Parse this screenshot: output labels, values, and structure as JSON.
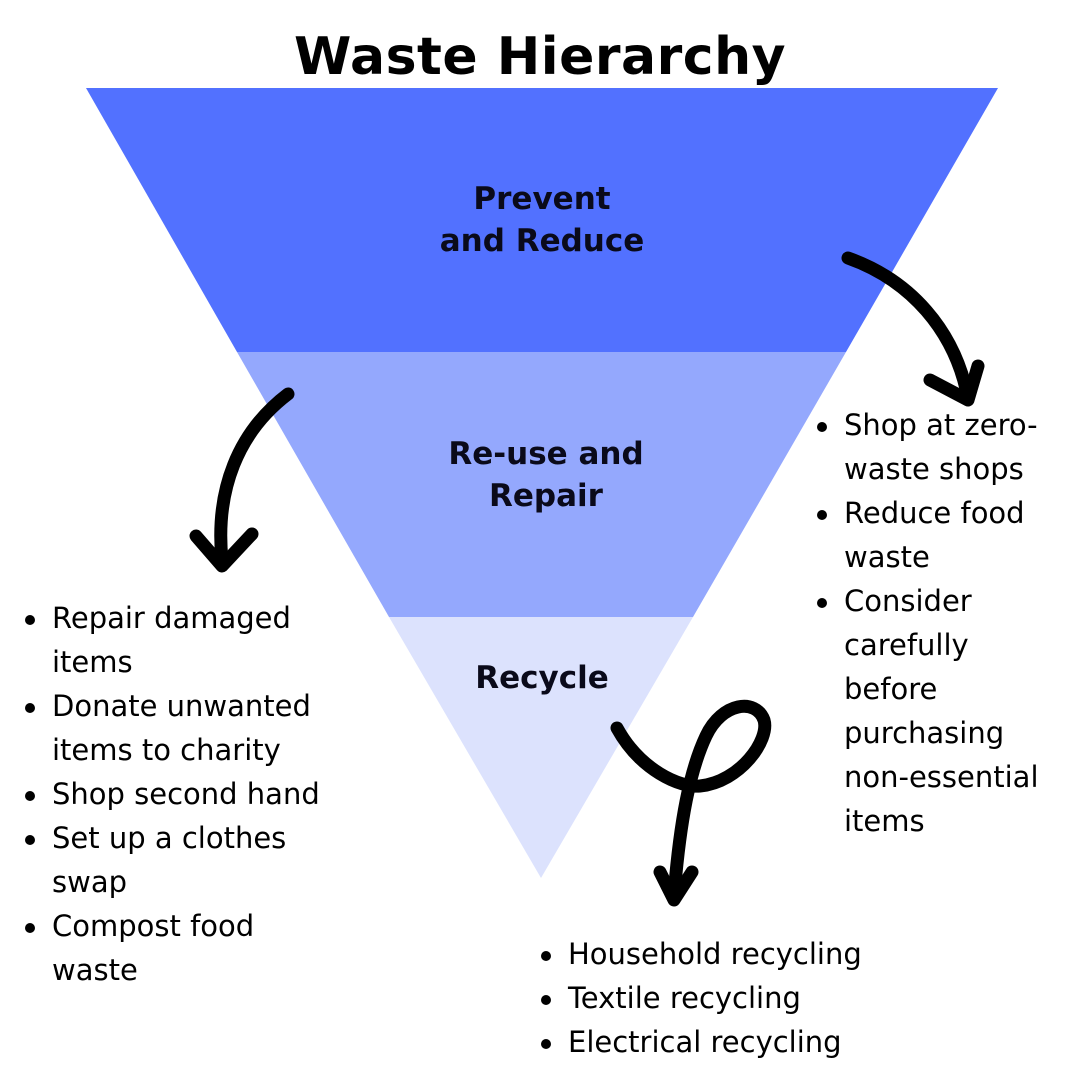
{
  "title": "Waste Hierarchy",
  "colors": {
    "tier_top": "#5271FF",
    "tier_middle": "#94A8FD",
    "tier_bottom": "#DCE2FD",
    "text": "#000000",
    "arrow": "#000000",
    "background": "#FFFFFF"
  },
  "tiers": [
    {
      "label": "Prevent and Reduce",
      "line1": "Prevent",
      "line2": "and Reduce",
      "rank": 1
    },
    {
      "label": "Re-use and Repair",
      "line1": "Re-use and",
      "line2": "Repair",
      "rank": 2
    },
    {
      "label": "Recycle",
      "line1": "Recycle",
      "rank": 3
    }
  ],
  "lists": {
    "prevent_reduce": {
      "items": [
        "Shop at zero-waste shops",
        "Reduce food waste",
        "Consider carefully before purchasing non-essential items"
      ]
    },
    "reuse_repair": {
      "items": [
        "Repair damaged items",
        "Donate unwanted items to charity",
        "Shop second hand",
        "Set up a clothes swap",
        "Compost food waste"
      ]
    },
    "recycle": {
      "items": [
        "Household recycling",
        "Textile recycling",
        "Electrical recycling"
      ]
    }
  }
}
